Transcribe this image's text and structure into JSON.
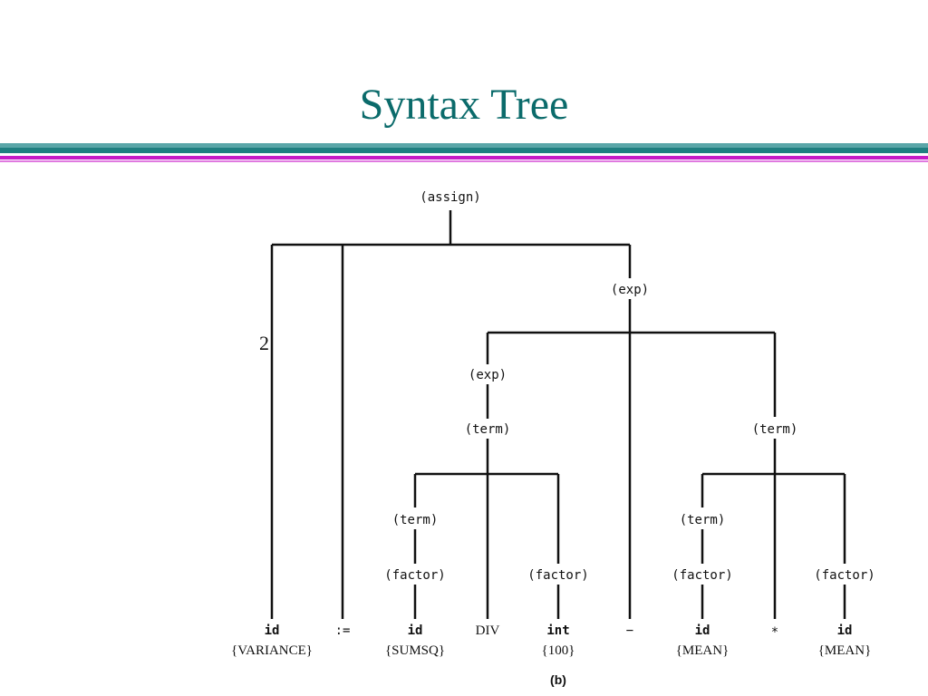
{
  "slide": {
    "title": "Syntax Tree"
  },
  "tree": {
    "nodes": {
      "assign": "(assign)",
      "exp_top": "(exp)",
      "exp_left": "(exp)",
      "term_left": "(term)",
      "term_right": "(term)",
      "term_inner_left": "(term)",
      "factor_sumsq": "(factor)",
      "factor_100": "(factor)",
      "term_inner_right": "(term)",
      "factor_mean1": "(factor)",
      "factor_mean2": "(factor)"
    },
    "leaves": {
      "id_variance_top": "id",
      "id_variance_bot": "{VARIANCE}",
      "assign_op": ":=",
      "id_sumsq_top": "id",
      "id_sumsq_bot": "{SUMSQ}",
      "div_op": "DIV",
      "int_top": "int",
      "int_bot": "{100}",
      "minus_op": "−",
      "id_mean1_top": "id",
      "id_mean1_bot": "{MEAN}",
      "times_op": "*",
      "id_mean2_top": "id",
      "id_mean2_bot": "{MEAN}"
    },
    "margin_mark": "2",
    "caption": "(b)"
  }
}
